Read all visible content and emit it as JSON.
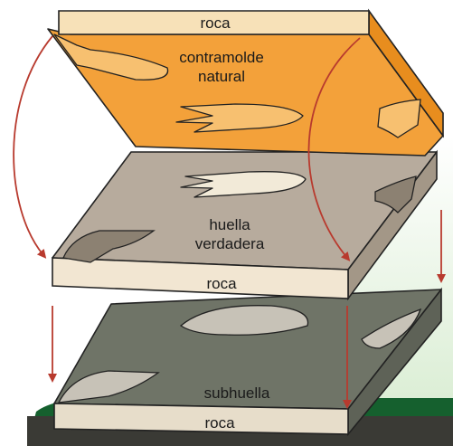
{
  "layers": {
    "top_rock_label": "roca",
    "cast_label_line1": "contramolde",
    "cast_label_line2": "natural",
    "true_track_line1": "huella",
    "true_track_line2": "verdadera",
    "middle_rock_label": "roca",
    "undertrack_label": "subhuella",
    "bottom_rock_label": "roca"
  },
  "colors": {
    "cast_top": "#f3a13a",
    "cast_side": "#e88d1e",
    "cast_edge": "#f7e1b8",
    "true_top": "#b7ab9d",
    "true_edge": "#f2e6d2",
    "under_top": "#6f7467",
    "under_edge": "#e7ddca",
    "arrow": "#b83a2e",
    "background_green": "#e9f4e4",
    "background_dark": "#3a3a35"
  }
}
